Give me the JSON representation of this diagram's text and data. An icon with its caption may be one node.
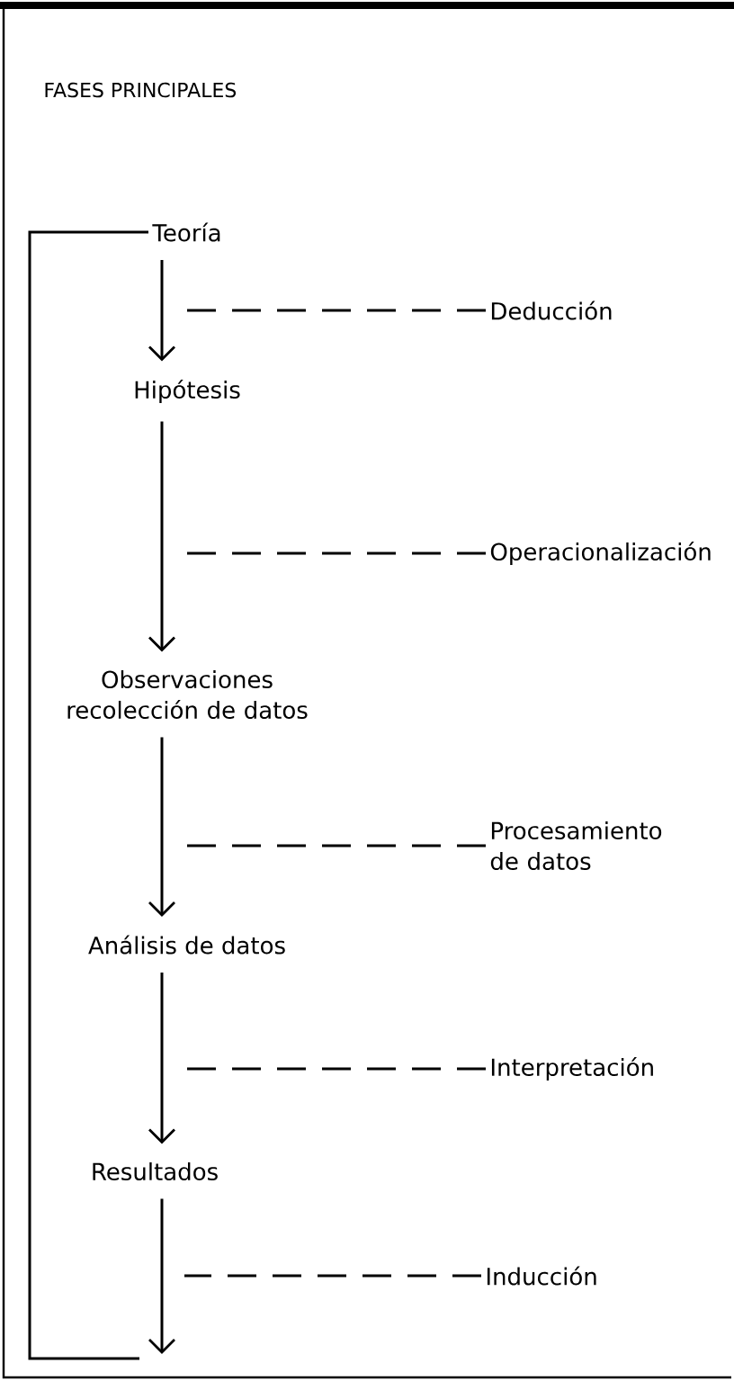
{
  "diagram": {
    "title": "FASES PRINCIPALES",
    "nodes": [
      {
        "text": [
          "Teoría"
        ]
      },
      {
        "text": [
          "Deducción"
        ]
      },
      {
        "text": [
          "Hipótesis"
        ]
      },
      {
        "text": [
          "Operacionalización"
        ]
      },
      {
        "text": [
          "Observaciones recolección de datos"
        ]
      },
      {
        "text": [
          "Procesamiento de datos"
        ]
      },
      {
        "text": [
          "Análisis de datos"
        ]
      },
      {
        "text": [
          "Interpretación"
        ]
      },
      {
        "text": [
          "Resultados"
        ]
      },
      {
        "text": [
          "Inducción"
        ]
      }
    ],
    "edges": [
      {
        "from": 0,
        "to": 2,
        "arrow": "to"
      },
      {
        "from": 2,
        "to": 4,
        "arrow": "to"
      },
      {
        "from": 4,
        "to": 6,
        "arrow": "to"
      },
      {
        "from": 6,
        "to": 8,
        "arrow": "to"
      },
      {
        "from": 8,
        "to": null,
        "arrow": "to"
      },
      {
        "from": 1,
        "to": null,
        "arrow": "none",
        "style": "dashed"
      },
      {
        "from": 3,
        "to": null,
        "arrow": "none",
        "style": "dashed"
      },
      {
        "from": 5,
        "to": null,
        "arrow": "none",
        "style": "dashed"
      },
      {
        "from": 7,
        "to": null,
        "arrow": "none",
        "style": "dashed"
      },
      {
        "from": 9,
        "to": null,
        "arrow": "none",
        "style": "dashed"
      },
      {
        "from": null,
        "to": 0,
        "arrow": "none"
      }
    ]
  }
}
